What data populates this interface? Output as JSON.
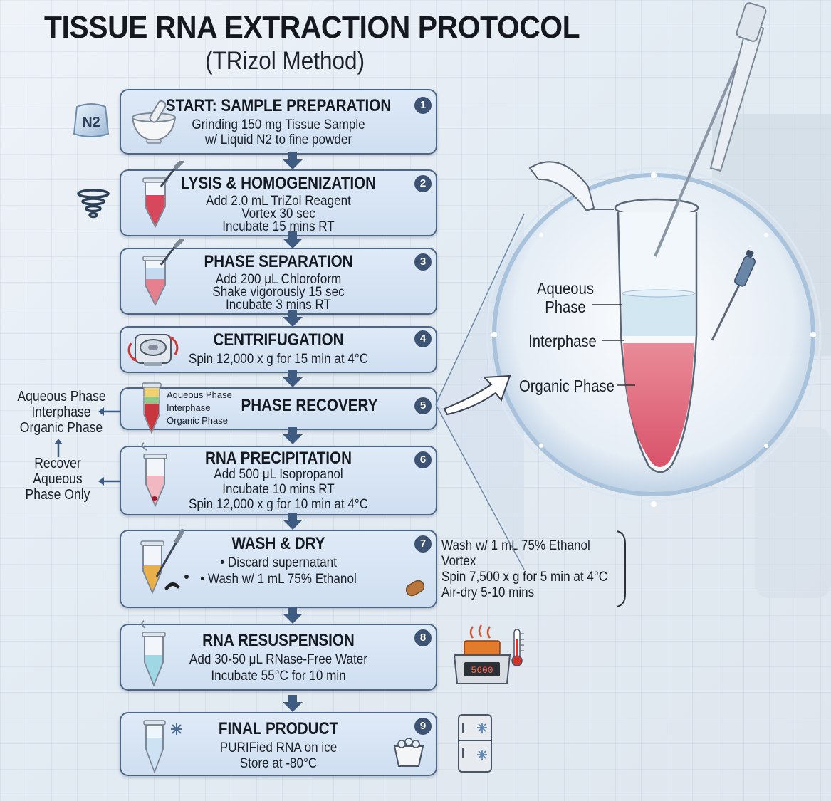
{
  "header": {
    "title": "TISSUE RNA EXTRACTION PROTOCOL",
    "subtitle": "(TRizol Method)"
  },
  "icons": {
    "n2_label": "N2",
    "heater_display": "5600"
  },
  "steps": [
    {
      "number": "1",
      "title": "START: SAMPLE PREPARATION",
      "lines": [
        "Grinding 150 mg Tissue Sample",
        "w/ Liquid N2 to fine powder"
      ],
      "icon": "mortar-pestle-icon"
    },
    {
      "number": "2",
      "title": "LYSIS & HOMOGENIZATION",
      "lines": [
        "Add 2.0 mL TriZol Reagent",
        "Vortex 30 sec",
        "Incubate 15 mins RT"
      ],
      "icon": "tube-red-icon"
    },
    {
      "number": "3",
      "title": "PHASE SEPARATION",
      "lines": [
        "Add 200 μL Chloroform",
        "Shake vigorously 15 sec",
        "Incubate 3 mins RT"
      ],
      "icon": "tube-layered-icon"
    },
    {
      "number": "4",
      "title": "CENTRIFUGATION",
      "lines": [
        "Spin 12,000 x g for 15 min at 4°C"
      ],
      "icon": "centrifuge-icon"
    },
    {
      "number": "5",
      "title": "PHASE RECOVERY",
      "lines": [],
      "icon": "three-phase-tube-icon",
      "tube_labels": [
        "Aqueous Phase",
        "Interphase",
        "Organic Phase"
      ]
    },
    {
      "number": "6",
      "title": "RNA PRECIPITATION",
      "lines": [
        "Add 500 μL Isopropanol",
        "Incubate 10 mins RT",
        "Spin 12,000 x g for 10 min at 4°C"
      ],
      "icon": "tube-pellet-icon"
    },
    {
      "number": "7",
      "title": "WASH & DRY",
      "lines": [
        "• Discard supernatant",
        "• Wash w/ 1 mL 75% Ethanol"
      ],
      "icon": "tube-wash-icon"
    },
    {
      "number": "8",
      "title": "RNA RESUSPENSION",
      "lines": [
        "Add 30-50 μL RNase-Free Water",
        "Incubate 55°C for 10 min"
      ],
      "icon": "tube-blue-icon"
    },
    {
      "number": "9",
      "title": "FINAL PRODUCT",
      "lines": [
        "PURIFied RNA on ice",
        "Store at -80°C"
      ],
      "icon": "tube-ice-icon"
    }
  ],
  "left_notes": {
    "phases": [
      "Aqueous Phase",
      "Interphase",
      "Organic Phase"
    ],
    "recover": [
      "Recover",
      "Aqueous",
      "Phase Only"
    ]
  },
  "wash_note": [
    "Wash w/ 1 mL 75% Ethanol",
    "Vortex",
    "Spin 7,500 x g for 5 min at 4°C",
    "Air-dry 5-10 mins"
  ],
  "zoom": {
    "aqueous": [
      "Aqueous",
      "Phase"
    ],
    "interphase": "Interphase",
    "organic": "Organic Phase"
  }
}
